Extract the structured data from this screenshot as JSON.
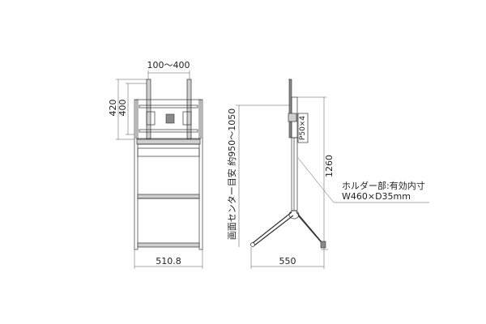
{
  "front_view": {
    "dim_top": "100～400",
    "dim_left_outer": "420",
    "dim_left_inner": "400",
    "dim_bottom": "510.8"
  },
  "side_view": {
    "dim_vertical_label": "画面センター目安 約950～1050",
    "dim_height": "1260",
    "dim_vesa": "P50×4",
    "dim_base": "550",
    "holder_label_line1": "ホルダー部:有効内寸",
    "holder_label_line2": "W460×D35mm"
  }
}
